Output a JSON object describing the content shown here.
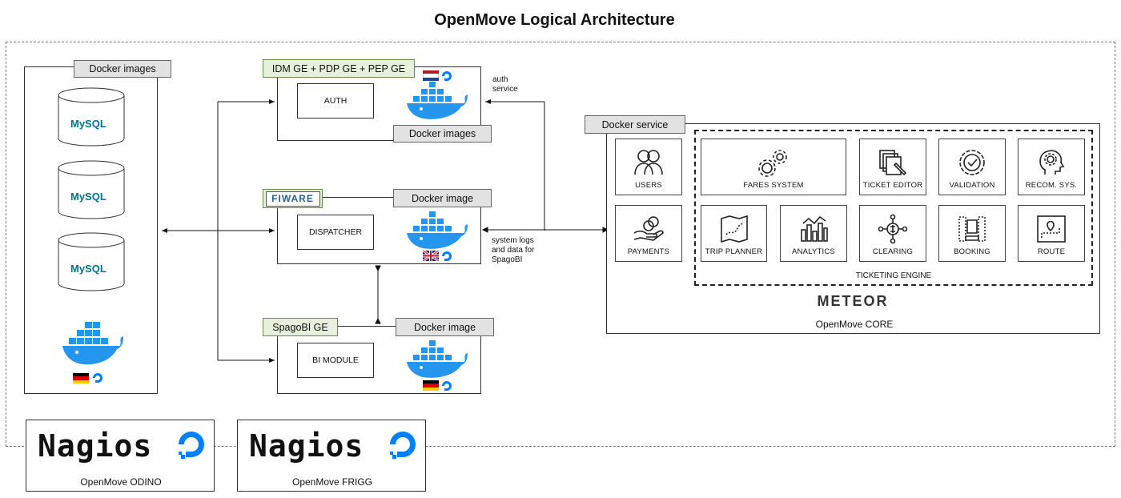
{
  "title": "OpenMove Logical Architecture",
  "left_column": {
    "header": "Docker images",
    "databases": [
      "MySQL",
      "MySQL",
      "MySQL"
    ]
  },
  "auth_block": {
    "header": "IDM GE + PDP GE + PEP GE",
    "module": "AUTH",
    "footer": "Docker images",
    "link_label": [
      "auth",
      "service"
    ]
  },
  "dispatcher_block": {
    "header_logo": "FIWARE",
    "header": "Docker image",
    "module": "DISPATCHER",
    "link_label": [
      "system logs",
      "and data for",
      "SpagoBI"
    ]
  },
  "bi_block": {
    "header": "SpagoBI GE",
    "header2": "Docker image",
    "module": "BI MODULE"
  },
  "core": {
    "header": "Docker service",
    "tiles_left": [
      "USERS",
      "PAYMENTS"
    ],
    "tiles_top": [
      "FARES SYSTEM",
      "TICKET EDITOR",
      "VALIDATION",
      "RECOM. SYS."
    ],
    "tiles_bottom": [
      "TRIP PLANNER",
      "ANALYTICS",
      "CLEARING",
      "BOOKING",
      "ROUTE"
    ],
    "engine_label": "TICKETING ENGINE",
    "framework_logo": "METEOR",
    "caption": "OpenMove CORE"
  },
  "monitors": [
    {
      "logo": "Nagios",
      "caption": "OpenMove ODINO"
    },
    {
      "logo": "Nagios",
      "caption": "OpenMove FRIGG"
    }
  ],
  "colors": {
    "docker_blue": "#2496ed",
    "green_label": "#e6f0dc",
    "grey_label": "#e2e2e2",
    "do_blue": "#0080ff"
  }
}
